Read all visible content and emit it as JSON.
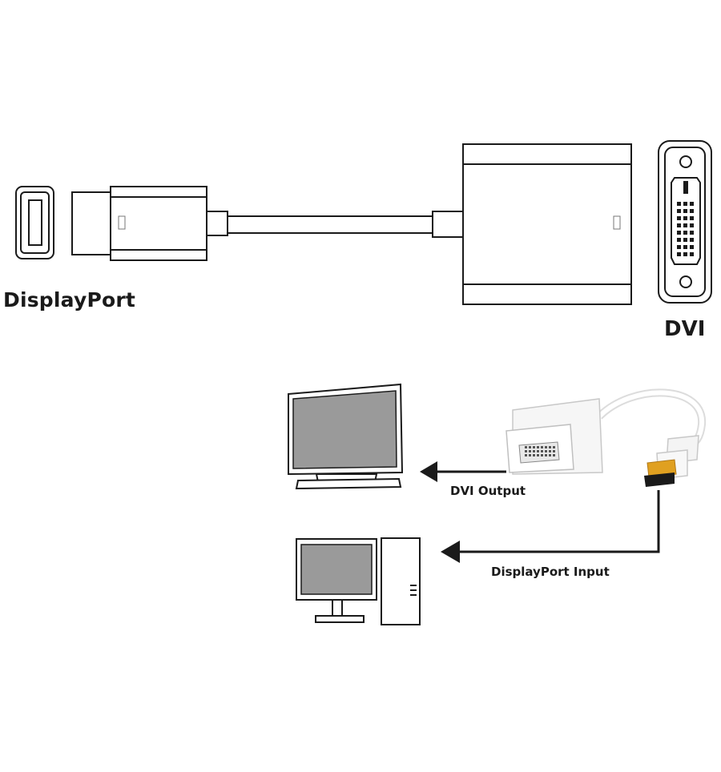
{
  "labels": {
    "displayport": "DisplayPort",
    "dvi": "DVI",
    "dvi_output": "DVI Output",
    "displayport_input": "DisplayPort Input"
  },
  "colors": {
    "line": "#1a1a1a",
    "screen": "#9a9a9a",
    "plug_gold": "#e0a020",
    "background": "#ffffff"
  }
}
